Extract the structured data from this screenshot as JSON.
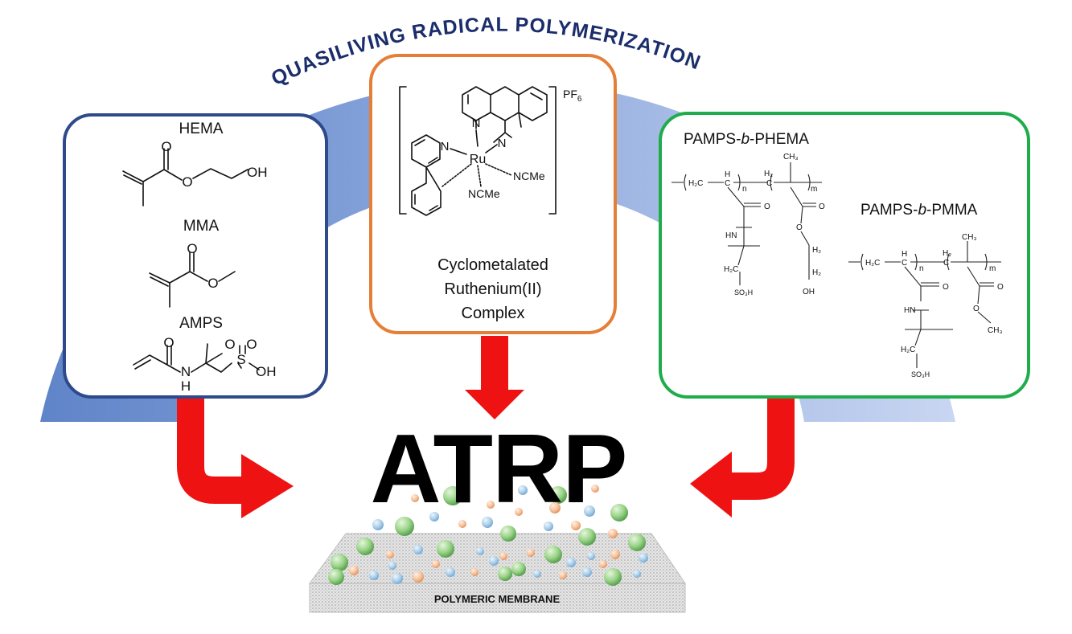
{
  "title": "QUASILIVING RADICAL POLYMERIZATION",
  "center_label": "ATRP",
  "membrane_label": "POLYMERIC MEMBRANE",
  "monomers": {
    "hema": "HEMA",
    "mma": "MMA",
    "amps": "AMPS",
    "oh": "OH",
    "so3h_amps": "OH",
    "nh": "H",
    "n_atom": "N",
    "o_atom": "O",
    "s_atom": "S"
  },
  "catalyst": {
    "counterion": "PF",
    "counterion_sub": "6",
    "metal": "Ru",
    "ligand1": "NCMe",
    "ligand2": "NCMe",
    "n_atom": "N",
    "line1": "Cyclometalated",
    "line2": "Ruthenium(II)",
    "line3": "Complex"
  },
  "copolymers": {
    "phema_prefix": "PAMPS-",
    "phema_block": "b",
    "phema_suffix": "-PHEMA",
    "pmma_prefix": "PAMPS-",
    "pmma_block": "b",
    "pmma_suffix": "-PMMA",
    "h2c": "H₂C",
    "h": "H",
    "c": "C",
    "h2": "H₂",
    "ch3": "CH₃",
    "n": "n",
    "m": "m",
    "o": "O",
    "hn": "HN",
    "so3h": "SO₃H",
    "oh": "OH"
  },
  "colors": {
    "arc_light": "#c3d2f0",
    "arc_dark": "#6e8fcf",
    "box_blue": "#2e4a8b",
    "box_orange": "#e57f38",
    "box_green": "#1fad4c",
    "arrow_red": "#ee1212",
    "title_navy": "#1b2d6b"
  }
}
